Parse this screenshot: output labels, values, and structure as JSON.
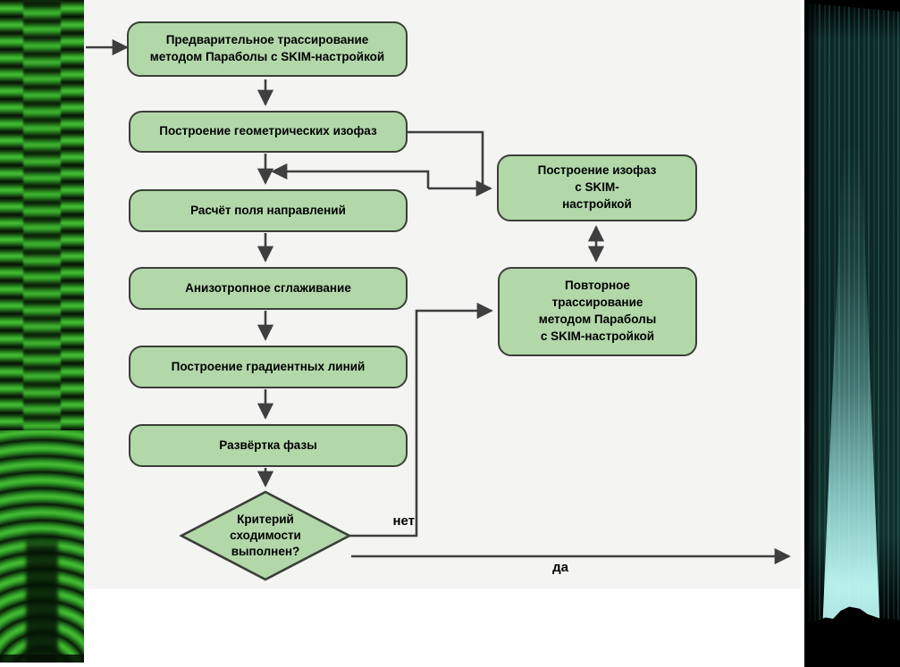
{
  "colors": {
    "node-fill": "#b2d8aa",
    "node-border": "#3a3f36",
    "connector": "#3f3f3f",
    "canvas-bg": "#f4f4f3",
    "text": "#000000"
  },
  "flowchart": {
    "nodes": [
      {
        "id": "preliminary-tracing",
        "label": [
          "Предварительное трассирование",
          "методом Параболы с SKIM-настройкой"
        ]
      },
      {
        "id": "geometric-isophases",
        "label": "Построение геометрических изофаз"
      },
      {
        "id": "direction-field",
        "label": "Расчёт поля направлений"
      },
      {
        "id": "anisotropic-smoothing",
        "label": "Анизотропное сглаживание"
      },
      {
        "id": "gradient-lines",
        "label": "Построение градиентных линий"
      },
      {
        "id": "phase-unwrapping",
        "label": "Развёртка фазы"
      },
      {
        "id": "isophases-skim",
        "label": [
          "Построение изофаз",
          "с SKIM-",
          "настройкой"
        ]
      },
      {
        "id": "repeated-tracing",
        "label": [
          "Повторное",
          "трассирование",
          "методом Параболы",
          "с SKIM-настройкой"
        ]
      }
    ],
    "decision": {
      "id": "convergence-check",
      "label": [
        "Критерий",
        "сходимости",
        "выполнен?"
      ]
    },
    "edge_labels": {
      "no": "нет",
      "yes": "да"
    }
  },
  "images": {
    "left": {
      "name": "green-interferogram-fringes"
    },
    "right": {
      "name": "teal-plume-glow-photo"
    }
  }
}
